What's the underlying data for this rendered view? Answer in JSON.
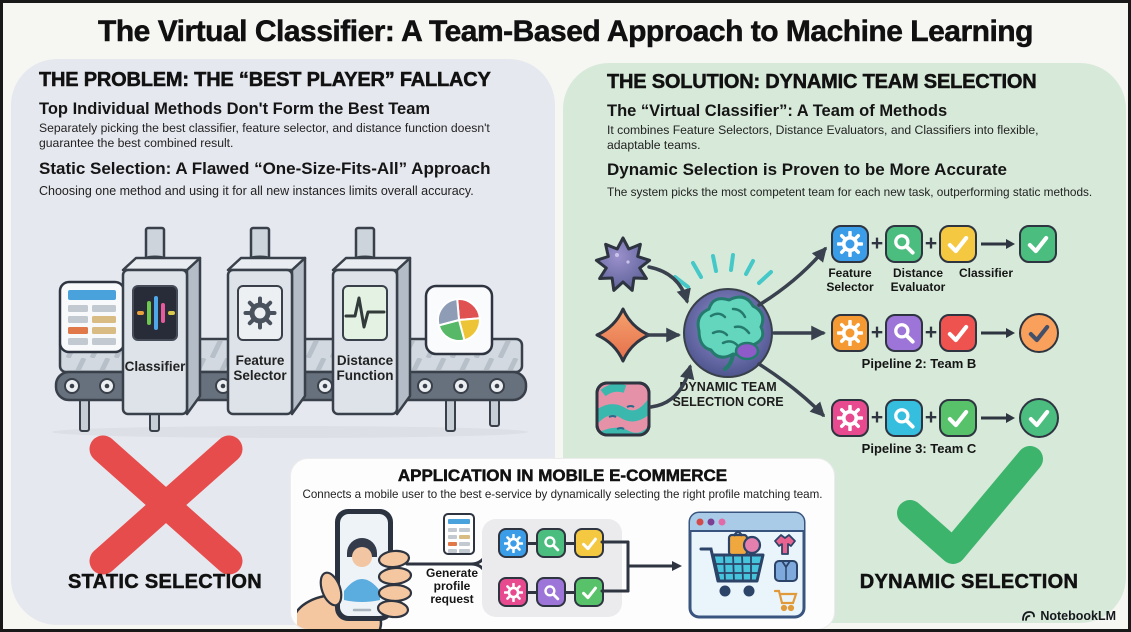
{
  "title": "The Virtual Classifier: A Team-Based Approach to Machine Learning",
  "problem": {
    "heading": "THE PROBLEM: THE “BEST PLAYER” FALLACY",
    "point1_title": "Top Individual Methods Don't Form the Best Team",
    "point1_body": "Separately picking the best classifier, feature selector, and distance function doesn't guarantee the best combined result.",
    "point2_title": "Static Selection: A Flawed “One-Size-Fits-All” Approach",
    "point2_body": "Choosing one method and using it for all new instances limits overall accuracy.",
    "machine1_label": "Classifier",
    "machine2_label_line1": "Feature",
    "machine2_label_line2": "Selector",
    "machine3_label_line1": "Distance",
    "machine3_label_line2": "Function",
    "verdict": "STATIC SELECTION"
  },
  "solution": {
    "heading": "THE SOLUTION: DYNAMIC TEAM SELECTION",
    "point1_title": "The “Virtual Classifier”: A Team of Methods",
    "point1_body": "It combines Feature Selectors, Distance Evaluators, and Classifiers into flexible, adaptable teams.",
    "point2_title": "Dynamic Selection is Proven to be More Accurate",
    "point2_body": "The system picks the most competent team for each new task, outperforming static methods.",
    "core_label_line1": "DYNAMIC TEAM",
    "core_label_line2": "SELECTION CORE",
    "plus": "+",
    "pipeline1": {
      "label1_line1": "Feature",
      "label1_line2": "Selector",
      "label2_line1": "Distance",
      "label2_line2": "Evaluator",
      "label3": "Classifier"
    },
    "pipeline2_caption": "Pipeline 2: Team B",
    "pipeline3_caption": "Pipeline 3: Team C",
    "verdict": "DYNAMIC SELECTION"
  },
  "application": {
    "heading": "APPLICATION IN MOBILE E-COMMERCE",
    "body": "Connects a mobile user to the best e-service by dynamically selecting the right profile matching team.",
    "request_label": "Generate profile request"
  },
  "watermark": "NotebookLM",
  "colors": {
    "left_panel_bg": "#e6e8ef",
    "right_panel_bg": "#d7e9d9",
    "reject_red": "#e64c4c",
    "accept_green": "#3db46c",
    "tile_blue": "#3b9de8",
    "tile_green": "#4bbd7f",
    "tile_yellow": "#f5c842",
    "tile_orange": "#f59a32",
    "tile_purple": "#9d74d8",
    "tile_red": "#ef5350",
    "tile_pink": "#e84a8f",
    "tile_cyan": "#35bede",
    "result_orange": "#f8a05c",
    "outline_dark": "#2e3440"
  }
}
